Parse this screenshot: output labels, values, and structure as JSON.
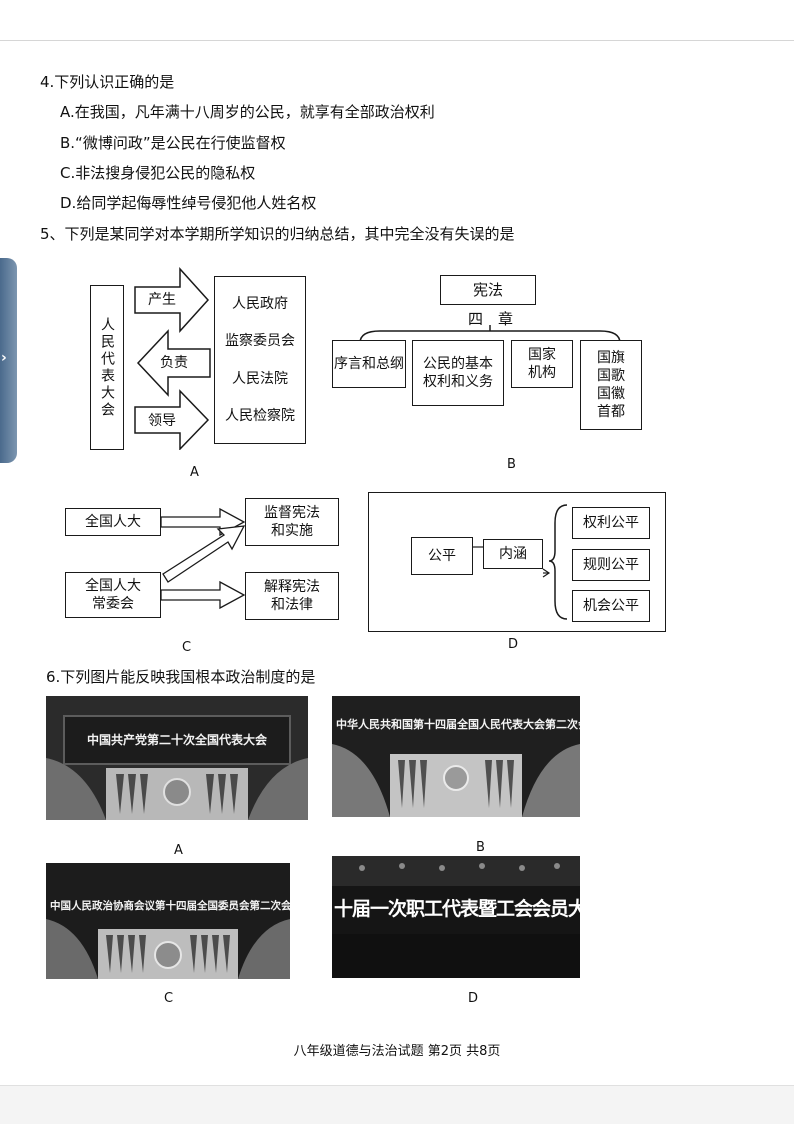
{
  "q4": {
    "stem": "4.下列认识正确的是",
    "options": [
      "A.在我国，凡年满十八周岁的公民，就享有全部政治权利",
      "B.“微博问政”是公民在行使监督权",
      "C.非法搜身侵犯公民的隐私权",
      "D.给同学起侮辱性绰号侵犯他人姓名权"
    ]
  },
  "q5": {
    "stem": "5、下列是某同学对本学期所学知识的归纳总结，其中完全没有失误的是",
    "diagramA": {
      "left_box": "人民代表大会",
      "arrows": [
        "产生",
        "负责",
        "领导"
      ],
      "right_items": [
        "人民政府",
        "监察委员会",
        "人民法院",
        "人民检察院"
      ],
      "caption": "A"
    },
    "diagramB": {
      "top": "宪法",
      "middle": "四　章",
      "boxes": [
        "序言和总纲",
        "公民的基本权利和义务",
        "国家机构",
        "国旗国歌国徽首都"
      ],
      "caption": "B"
    },
    "diagramC": {
      "left": [
        "全国人大",
        "全国人大常委会"
      ],
      "right": [
        "监督宪法和实施",
        "解释宪法和法律"
      ],
      "caption": "C"
    },
    "diagramD": {
      "left": "公平",
      "middle": "内涵",
      "items": [
        "权利公平",
        "规则公平",
        "机会公平"
      ],
      "caption": "D"
    }
  },
  "q6": {
    "stem": "6.下列图片能反映我国根本政治制度的是",
    "photos": [
      {
        "banner": "中国共产党第二十次全国代表大会",
        "caption": "A"
      },
      {
        "banner": "中华人民共和国第十四届全国人民代表大会第二次会议",
        "caption": "B"
      },
      {
        "banner": "中国人民政治协商会议第十四届全国委员会第二次会议",
        "caption": "C"
      },
      {
        "banner": "十届一次职工代表暨工会会员大会",
        "caption": "D"
      }
    ]
  },
  "footer": "八年级道德与法治试题  第2页  共8页",
  "colors": {
    "page": "#ffffff",
    "ink": "#111111",
    "sidetab": "#5b7a9c"
  }
}
